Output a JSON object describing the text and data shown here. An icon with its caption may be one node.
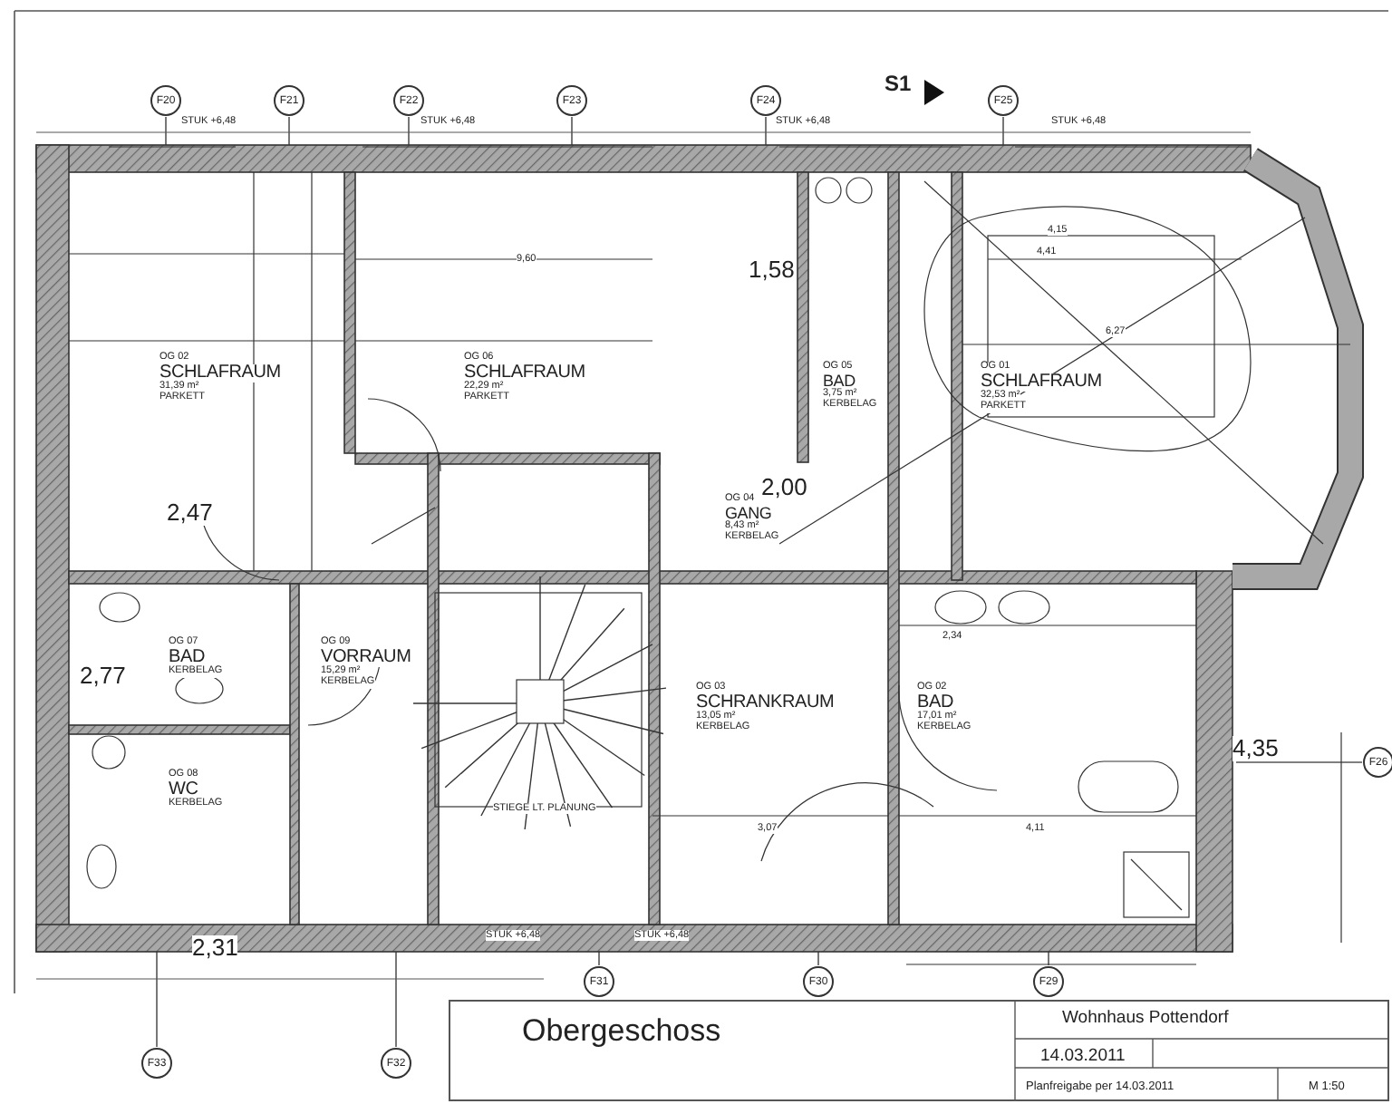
{
  "diagram": {
    "nodes": [
      {
        "text": [
          "OG 02",
          "SCHLAFRAUM",
          "31,39 m²",
          "PARKETT"
        ]
      },
      {
        "text": [
          "OG 06",
          "SCHLAFRAUM",
          "22,29 m²",
          "PARKETT"
        ]
      },
      {
        "text": [
          "OG 05",
          "BAD",
          "3,75 m²",
          "KERBELAG"
        ]
      },
      {
        "text": [
          "OG 01",
          "SCHLAFRAUM",
          "32,53 m²",
          "PARKETT"
        ]
      },
      {
        "text": [
          "OG 04",
          "GANG",
          "8,43 m²",
          "KERBELAG"
        ]
      },
      {
        "text": [
          "OG 07",
          "BAD",
          "KERBELAG"
        ]
      },
      {
        "text": [
          "OG 08",
          "WC",
          "KERBELAG"
        ]
      },
      {
        "text": [
          "OG 09",
          "VORRAUM",
          "15,29 m²",
          "KERBELAG"
        ]
      },
      {
        "text": [
          "OG 03",
          "SCHRANKRAUM",
          "13,05 m²",
          "KERBELAG"
        ]
      },
      {
        "text": [
          "OG 02",
          "BAD",
          "17,01 m²",
          "KERBELAG"
        ]
      },
      {
        "text": [
          "F20"
        ]
      },
      {
        "text": [
          "F21"
        ]
      },
      {
        "text": [
          "F22"
        ]
      },
      {
        "text": [
          "F23"
        ]
      },
      {
        "text": [
          "F24"
        ]
      },
      {
        "text": [
          "F25"
        ]
      },
      {
        "text": [
          "F26"
        ]
      },
      {
        "text": [
          "F33"
        ]
      },
      {
        "text": [
          "F32"
        ]
      },
      {
        "text": [
          "F31"
        ]
      },
      {
        "text": [
          "F30"
        ]
      },
      {
        "text": [
          "F29"
        ]
      }
    ],
    "labels": [
      "S1",
      "STUK +6,48",
      "STUK +6,48",
      "STUK +6,48",
      "STUK +6,48",
      "9,60",
      "1,58",
      "4,15",
      "4,41",
      "6,27",
      "2,47",
      "2,00",
      "2,77",
      "2,34",
      "3,07",
      "4,11",
      "4,35",
      "STIEGE LT. PLANUNG",
      "2,31",
      "STUK +6,48",
      "STUK +6,48",
      "Obergeschoss",
      "Wohnhaus Pottendorf",
      "14.03.2011",
      "Planfreigabe per 14.03.2011",
      "M 1:50"
    ]
  }
}
